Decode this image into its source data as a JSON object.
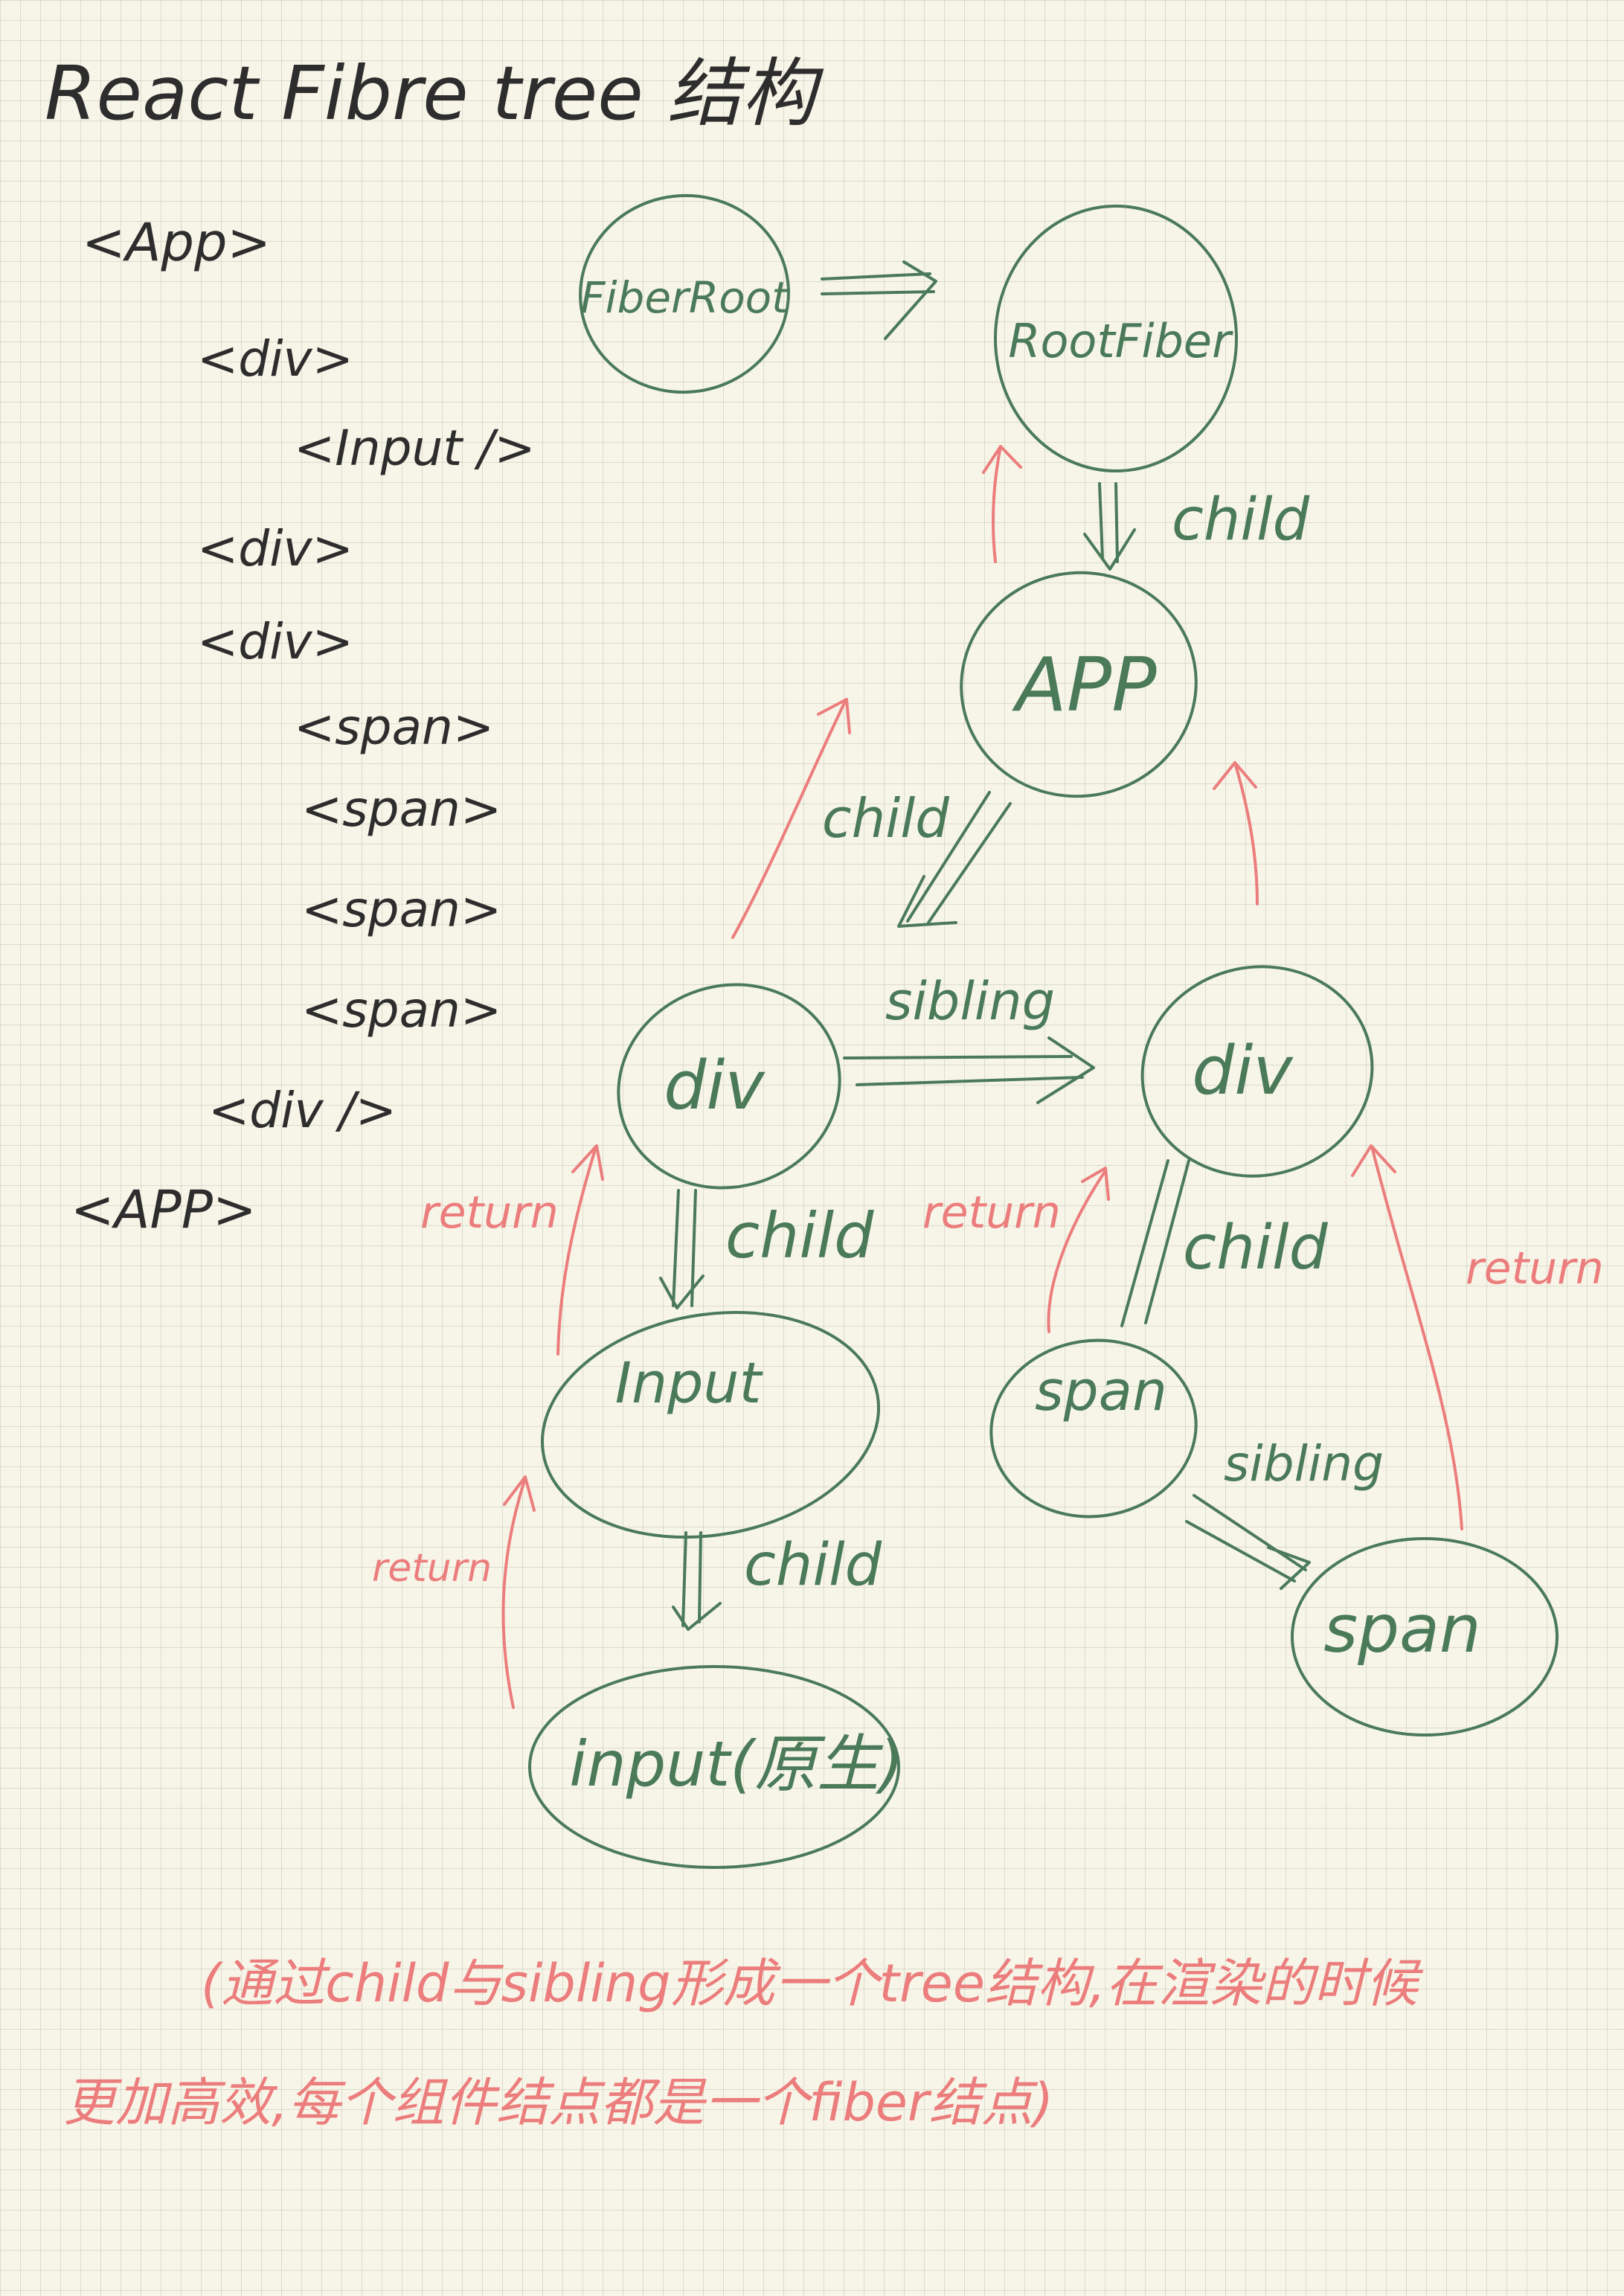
{
  "title": "React Fibre tree 结构",
  "code_lines": [
    "<App>",
    "<div>",
    "<Input />",
    "<div>",
    "<div>",
    "<span>",
    "<span>",
    "<span>",
    "<span>",
    "<div />",
    "<APP>"
  ],
  "nodes": {
    "fiberroot": "FiberRoot",
    "rootfiber": "RootFiber",
    "app": "APP",
    "div1": "div",
    "div2": "div",
    "input": "Input",
    "input_dom": "input(原生)",
    "span1": "span",
    "span2": "span"
  },
  "edge_labels": {
    "child": "child",
    "sibling": "sibling",
    "return": "return"
  },
  "note_line1": "(通过child与sibling形成一个tree结构,在渲染的时候",
  "note_line2": "更加高效,每个组件结点都是一个fiber结点)",
  "colors": {
    "ink": "#2d2d2d",
    "node": "#4a7a58",
    "return": "#ec7d7d",
    "paper": "#f7f5e8"
  }
}
